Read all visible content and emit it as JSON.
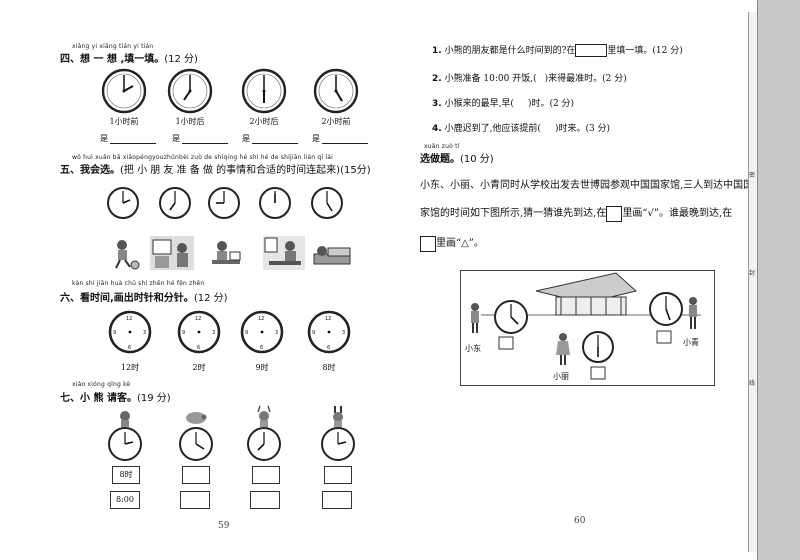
{
  "page_left": {
    "page_number": "59",
    "sec4": {
      "pinyin": "xiǎng yi xiǎng  tián yi tián",
      "title": "四、想 一 想 ,填一填。",
      "score": "(12 分)",
      "clock_labels": [
        "1小时前",
        "1小时后",
        "2小时后",
        "2小时前"
      ],
      "answer_prefix": "是"
    },
    "sec5": {
      "pinyin": "wǒ huì xuǎn       bǎ xiǎopéngyouzhǔnbèi zuò de shìqing hé shì hé de shíjiān  lián qǐ lái",
      "title": "五、我会选。",
      "instruction": "(把 小 朋 友  准 备 做 的事情和合适的时间连起来)",
      "score": "(15分)"
    },
    "sec6": {
      "pinyin": "kàn shí jiān  huà chū shí zhēn hé fēn zhēn",
      "title": "六、看时间,画出时针和分针。",
      "score": "(12 分)",
      "clock_labels": [
        "12时",
        "2时",
        "9时",
        "8时"
      ]
    },
    "sec7": {
      "pinyin": "xiǎo xióng qǐng kè",
      "title": "七、小 熊 请客。",
      "score": "(19 分)",
      "example_answers": [
        "8时",
        "8:00"
      ]
    }
  },
  "page_right": {
    "page_number": "60",
    "questions": [
      {
        "num": "1.",
        "text_a": "小熊的朋友都是什么时间到的?在",
        "text_b": "里填一填。(12 分)"
      },
      {
        "num": "2.",
        "text_a": "小熊准备 10:00 开饭,(",
        "text_b": ")来得最准时。(2 分)"
      },
      {
        "num": "3.",
        "text_a": "小猴来的最早,早(",
        "text_b": ")时。(2 分)"
      },
      {
        "num": "4.",
        "text_a": "小鹿迟到了,他应该提前(",
        "text_b": ")时来。(3 分)"
      }
    ],
    "choose": {
      "pinyin": "xuǎn zuò tí",
      "title": "选做题。",
      "score": "(10 分)",
      "para_line1": "小东、小丽、小青同时从学校出发去世博园参观中国国家馆,三人到达中国国",
      "para_line2a": "家馆的时间如下图所示,猜一猜谁先到达,在",
      "para_line2b": "里画“√”。谁最晚到达,在",
      "para_line3": "里画“△”。",
      "names": [
        "小东",
        "小丽",
        "小青"
      ]
    },
    "margin_chars": [
      "密",
      "封",
      "线"
    ]
  }
}
